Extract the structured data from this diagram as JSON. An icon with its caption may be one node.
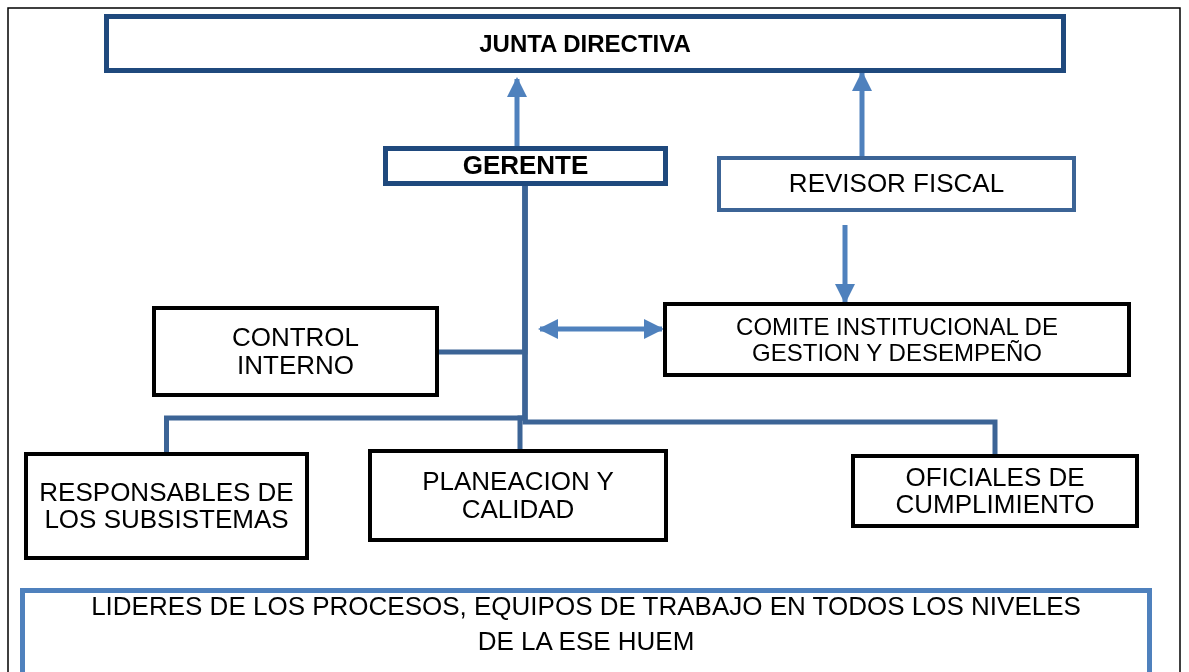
{
  "diagram": {
    "nodes": [
      {
        "text": [
          "JUNTA DIRECTIVA"
        ]
      },
      {
        "text": [
          "GERENTE"
        ]
      },
      {
        "text": [
          "REVISOR FISCAL"
        ]
      },
      {
        "text": [
          "CONTROL INTERNO"
        ]
      },
      {
        "text": [
          "COMITE INSTITUCIONAL DE GESTION Y DESEMPEÑO"
        ]
      },
      {
        "text": [
          "RESPONSABLES DE LOS SUBSISTEMAS"
        ]
      },
      {
        "text": [
          "PLANEACION Y CALIDAD"
        ]
      },
      {
        "text": [
          "OFICIALES DE CUMPLIMIENTO"
        ]
      },
      {
        "text": [
          "LIDERES DE LOS PROCESOS, EQUIPOS DE TRABAJO EN TODOS LOS NIVELES DE LA ESE HUEM"
        ]
      }
    ],
    "edges": [
      {
        "from": 1,
        "to": 0,
        "arrow": "to",
        "color": "#4f81bd"
      },
      {
        "from": 2,
        "to": 0,
        "arrow": "to",
        "color": "#4f81bd"
      },
      {
        "from": 2,
        "to": 4,
        "arrow": "to",
        "color": "#4f81bd"
      },
      {
        "from": null,
        "to": 4,
        "arrow": "both",
        "color": "#4f81bd"
      },
      {
        "from": 1,
        "to": 3,
        "arrow": "none"
      },
      {
        "from": 1,
        "to": 5,
        "arrow": "none"
      },
      {
        "from": 1,
        "to": 6,
        "arrow": "none"
      },
      {
        "from": 1,
        "to": 7,
        "arrow": "none"
      }
    ]
  }
}
